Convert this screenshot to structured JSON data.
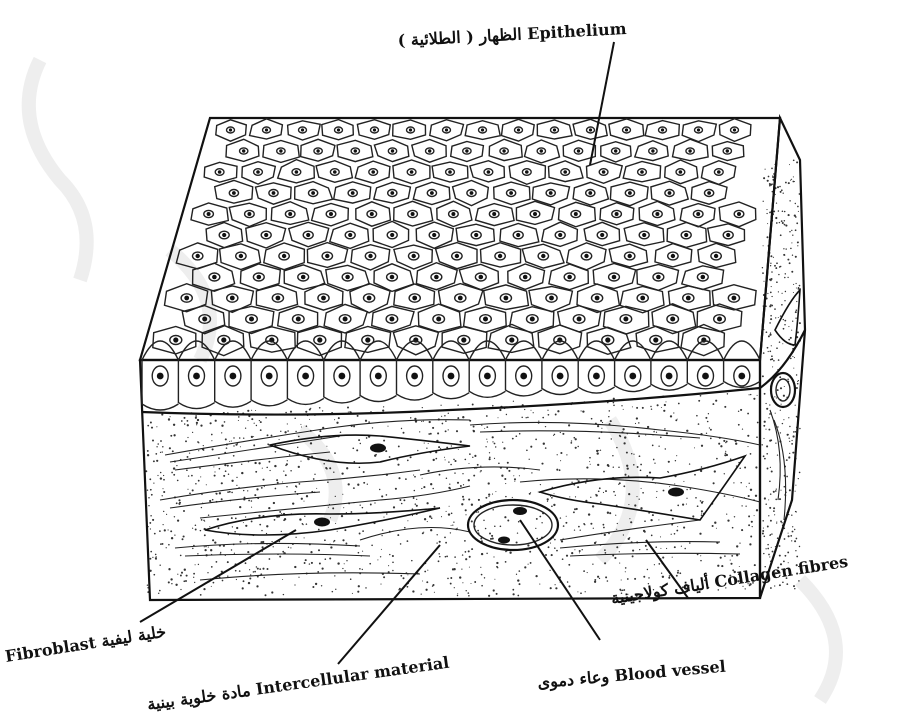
{
  "figure": {
    "labels": {
      "epithelium": "الظهار ( الطلائية ) Epithelium",
      "collagen": "ألياف كولاجينية Collagen fibres",
      "fibroblast": "Fibroblast خلية ليفية",
      "blood_vessel": "وعاء دموى Blood vessel",
      "intercellular": "مادة خلوية بينية Intercellular material"
    },
    "colors": {
      "ink": "#111111",
      "paper": "#ffffff",
      "watermark": "#cfcfcf"
    }
  }
}
